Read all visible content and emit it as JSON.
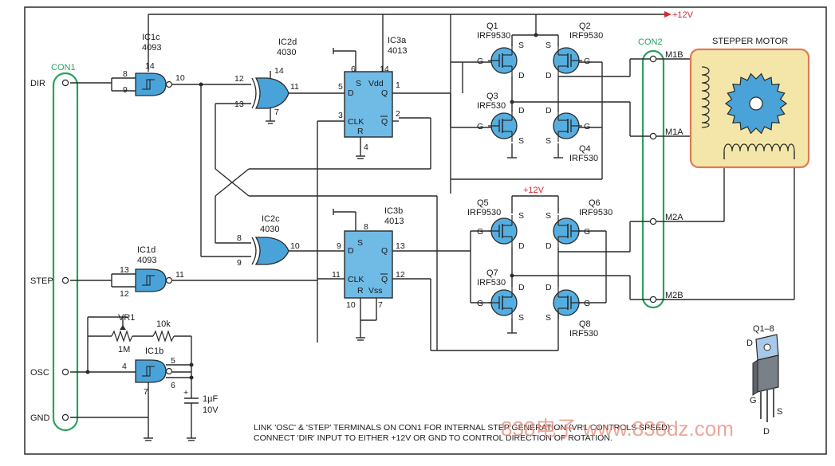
{
  "supply_label": "+12V",
  "supply_label_mid": "+12V",
  "con1": {
    "title": "CON1",
    "terminals": [
      "DIR",
      "STEP",
      "OSC",
      "GND"
    ]
  },
  "con2": {
    "title": "CON2",
    "terminals": [
      "M1B",
      "M1A",
      "M2A",
      "M2B"
    ]
  },
  "ics": {
    "ic1c": {
      "name": "IC1c",
      "type": "4093",
      "pins": [
        "8",
        "9",
        "14",
        "10"
      ]
    },
    "ic1d": {
      "name": "IC1d",
      "type": "4093",
      "pins": [
        "13",
        "12",
        "11"
      ]
    },
    "ic1b": {
      "name": "IC1b",
      "type": "",
      "pins": [
        "4",
        "5",
        "6",
        "7"
      ]
    },
    "ic2d": {
      "name": "IC2d",
      "type": "4030",
      "pins": [
        "12",
        "13",
        "14",
        "11",
        "7"
      ]
    },
    "ic2c": {
      "name": "IC2c",
      "type": "4030",
      "pins": [
        "8",
        "9",
        "10"
      ]
    },
    "ic3a": {
      "name": "IC3a",
      "type": "4013",
      "pins": [
        "6",
        "14",
        "5",
        "1",
        "3",
        "2",
        "4"
      ],
      "labels": [
        "S",
        "Vdd",
        "D",
        "Q",
        "CLK",
        "R",
        "Q"
      ]
    },
    "ic3b": {
      "name": "IC3b",
      "type": "4013",
      "pins": [
        "8",
        "9",
        "13",
        "11",
        "12",
        "10",
        "7"
      ],
      "labels": [
        "S",
        "D",
        "Q",
        "CLK",
        "Q",
        "R",
        "Vss"
      ]
    }
  },
  "mosfets": [
    {
      "ref": "Q1",
      "type": "IRF9530"
    },
    {
      "ref": "Q2",
      "type": "IRF9530"
    },
    {
      "ref": "Q3",
      "type": "IRF530"
    },
    {
      "ref": "Q4",
      "type": "IRF530"
    },
    {
      "ref": "Q5",
      "type": "IRF9530"
    },
    {
      "ref": "Q6",
      "type": "IRF9530"
    },
    {
      "ref": "Q7",
      "type": "IRF530"
    },
    {
      "ref": "Q8",
      "type": "IRF530"
    }
  ],
  "pin_letters": {
    "s": "S",
    "d": "D",
    "g": "G"
  },
  "passives": {
    "vr1": {
      "ref": "VR1",
      "value": "1M"
    },
    "r": {
      "value": "10k"
    },
    "c": {
      "value": "1µF",
      "voltage": "10V",
      "plus": "+"
    }
  },
  "motor": {
    "title": "STEPPER MOTOR"
  },
  "package": {
    "title": "Q1–8",
    "pins": [
      "D",
      "G",
      "D",
      "S"
    ]
  },
  "notes": [
    "LINK 'OSC' & 'STEP' TERMINALS ON CON1 FOR INTERNAL STEP GENERATION (VR1 CONTROLS SPEED).",
    "CONNECT 'DIR' INPUT TO EITHER +12V OR GND TO CONTROL DIRECTION OF ROTATION."
  ],
  "watermark": "838电子 www.838dz.com",
  "colors": {
    "frame": "#2aa15e",
    "motor_box": "#f3e6a8",
    "motor_border": "#e07a55",
    "gate": "#4aa3d8",
    "supply": "#d8262f"
  }
}
